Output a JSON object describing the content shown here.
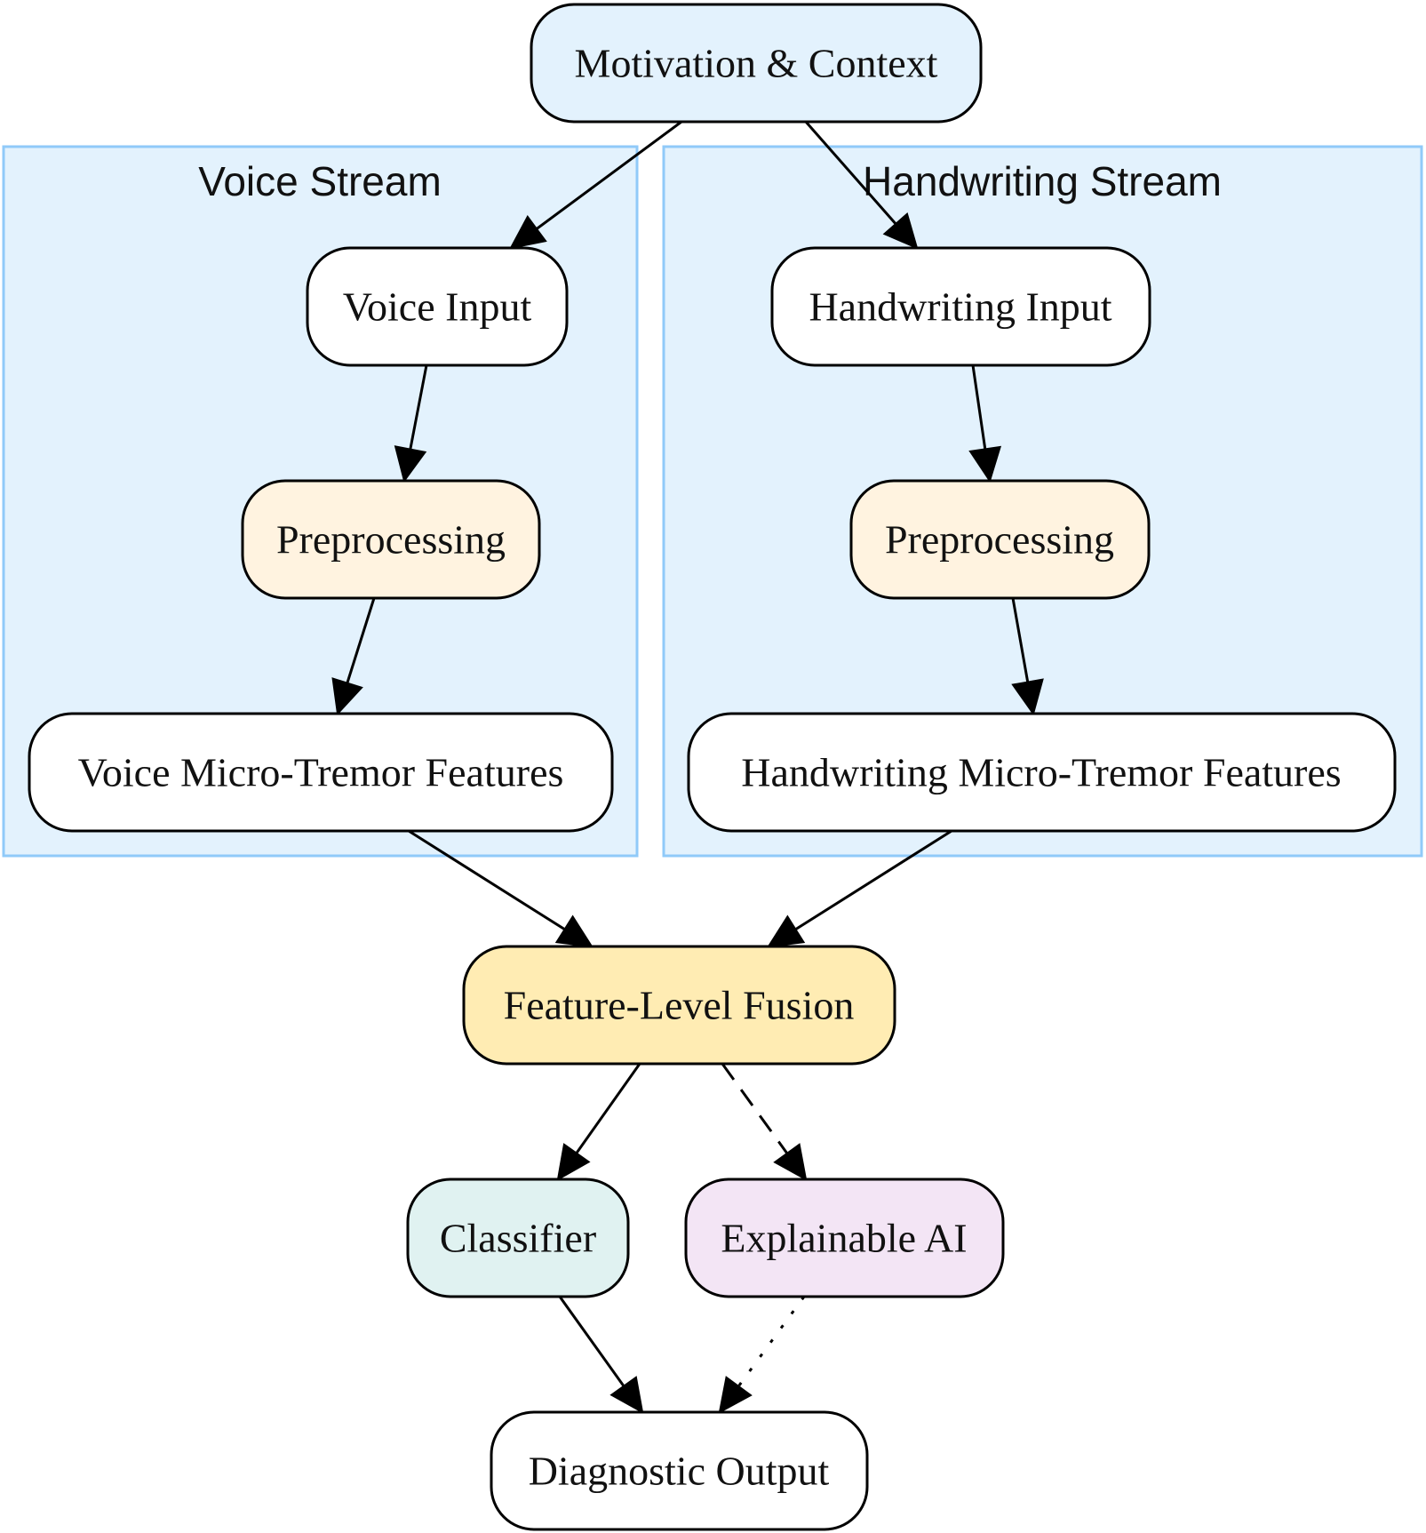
{
  "clusters": {
    "voice": {
      "label": "Voice Stream",
      "fill": "#e3f2fd",
      "stroke": "#90caf9"
    },
    "handwriting": {
      "label": "Handwriting Stream",
      "fill": "#e3f2fd",
      "stroke": "#90caf9"
    }
  },
  "nodes": {
    "motivation": {
      "label": "Motivation & Context",
      "fill": "#e3f2fd"
    },
    "voice_input": {
      "label": "Voice Input",
      "fill": "#ffffff"
    },
    "voice_pre": {
      "label": "Preprocessing",
      "fill": "#fff3e0"
    },
    "voice_feat": {
      "label": "Voice Micro-Tremor Features",
      "fill": "#ffffff"
    },
    "hw_input": {
      "label": "Handwriting Input",
      "fill": "#ffffff"
    },
    "hw_pre": {
      "label": "Preprocessing",
      "fill": "#fff3e0"
    },
    "hw_feat": {
      "label": "Handwriting Micro-Tremor Features",
      "fill": "#ffffff"
    },
    "fusion": {
      "label": "Feature-Level Fusion",
      "fill": "#ffecb3"
    },
    "classifier": {
      "label": "Classifier",
      "fill": "#e0f2f1"
    },
    "xai": {
      "label": "Explainable AI",
      "fill": "#f3e5f5"
    },
    "output": {
      "label": "Diagnostic Output",
      "fill": "#ffffff"
    }
  },
  "edges": [
    {
      "from": "motivation",
      "to": "voice_input",
      "style": "solid"
    },
    {
      "from": "motivation",
      "to": "hw_input",
      "style": "solid"
    },
    {
      "from": "voice_input",
      "to": "voice_pre",
      "style": "solid"
    },
    {
      "from": "voice_pre",
      "to": "voice_feat",
      "style": "solid"
    },
    {
      "from": "hw_input",
      "to": "hw_pre",
      "style": "solid"
    },
    {
      "from": "hw_pre",
      "to": "hw_feat",
      "style": "solid"
    },
    {
      "from": "voice_feat",
      "to": "fusion",
      "style": "solid"
    },
    {
      "from": "hw_feat",
      "to": "fusion",
      "style": "solid"
    },
    {
      "from": "fusion",
      "to": "classifier",
      "style": "solid"
    },
    {
      "from": "fusion",
      "to": "xai",
      "style": "dashed"
    },
    {
      "from": "classifier",
      "to": "output",
      "style": "solid"
    },
    {
      "from": "xai",
      "to": "output",
      "style": "dotted"
    }
  ]
}
